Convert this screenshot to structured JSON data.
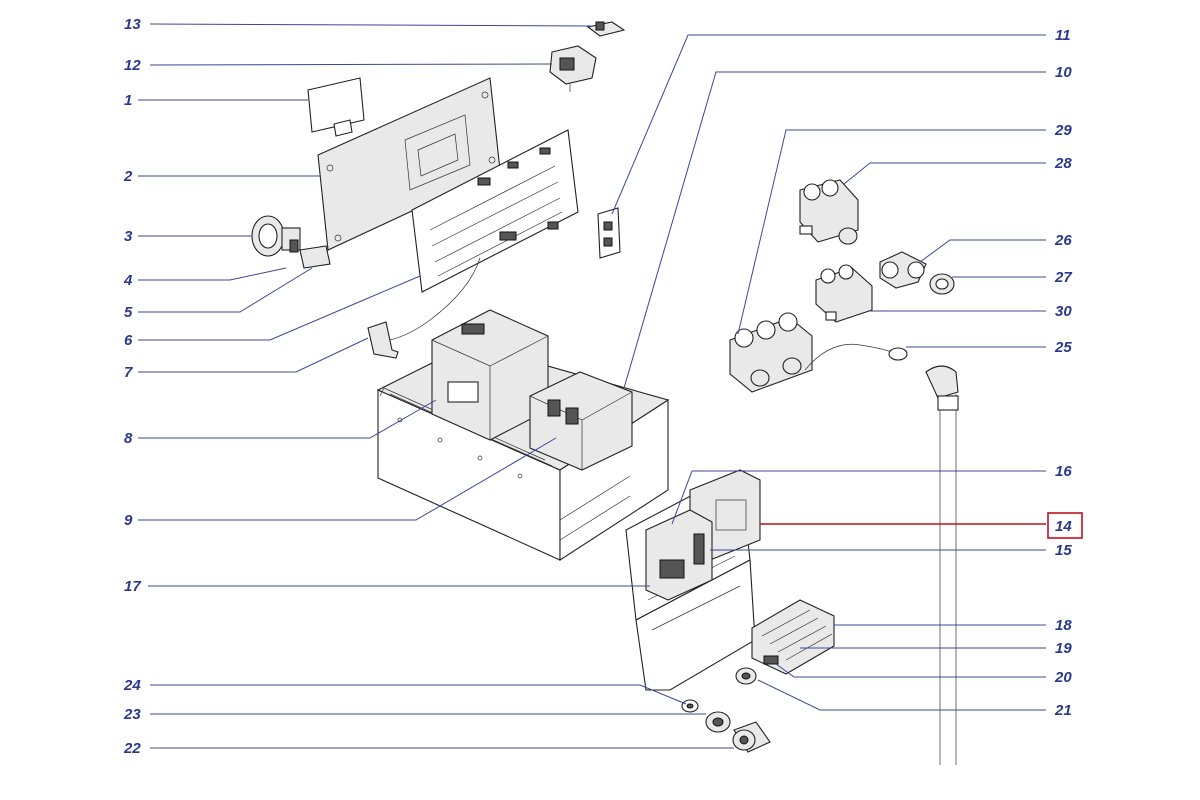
{
  "diagram": {
    "colors": {
      "label": "#2a3990",
      "leader": "#3a4896",
      "highlight": "#c1121f",
      "line_art": "#222222"
    },
    "highlighted_label": "14",
    "callouts": [
      {
        "id": "c1",
        "label": "1"
      },
      {
        "id": "c2",
        "label": "2"
      },
      {
        "id": "c3",
        "label": "3"
      },
      {
        "id": "c4",
        "label": "4"
      },
      {
        "id": "c5",
        "label": "5"
      },
      {
        "id": "c6",
        "label": "6"
      },
      {
        "id": "c7",
        "label": "7"
      },
      {
        "id": "c8",
        "label": "8"
      },
      {
        "id": "c9",
        "label": "9"
      },
      {
        "id": "c10",
        "label": "10"
      },
      {
        "id": "c11",
        "label": "11"
      },
      {
        "id": "c12",
        "label": "12"
      },
      {
        "id": "c13",
        "label": "13"
      },
      {
        "id": "c14",
        "label": "14"
      },
      {
        "id": "c15",
        "label": "15"
      },
      {
        "id": "c16",
        "label": "16"
      },
      {
        "id": "c17",
        "label": "17"
      },
      {
        "id": "c18",
        "label": "18"
      },
      {
        "id": "c19",
        "label": "19"
      },
      {
        "id": "c20",
        "label": "20"
      },
      {
        "id": "c21",
        "label": "21"
      },
      {
        "id": "c22",
        "label": "22"
      },
      {
        "id": "c23",
        "label": "23"
      },
      {
        "id": "c24",
        "label": "24"
      },
      {
        "id": "c25",
        "label": "25"
      },
      {
        "id": "c26",
        "label": "26"
      },
      {
        "id": "c27",
        "label": "27"
      },
      {
        "id": "c28",
        "label": "28"
      },
      {
        "id": "c29",
        "label": "29"
      },
      {
        "id": "c30",
        "label": "30"
      }
    ]
  }
}
